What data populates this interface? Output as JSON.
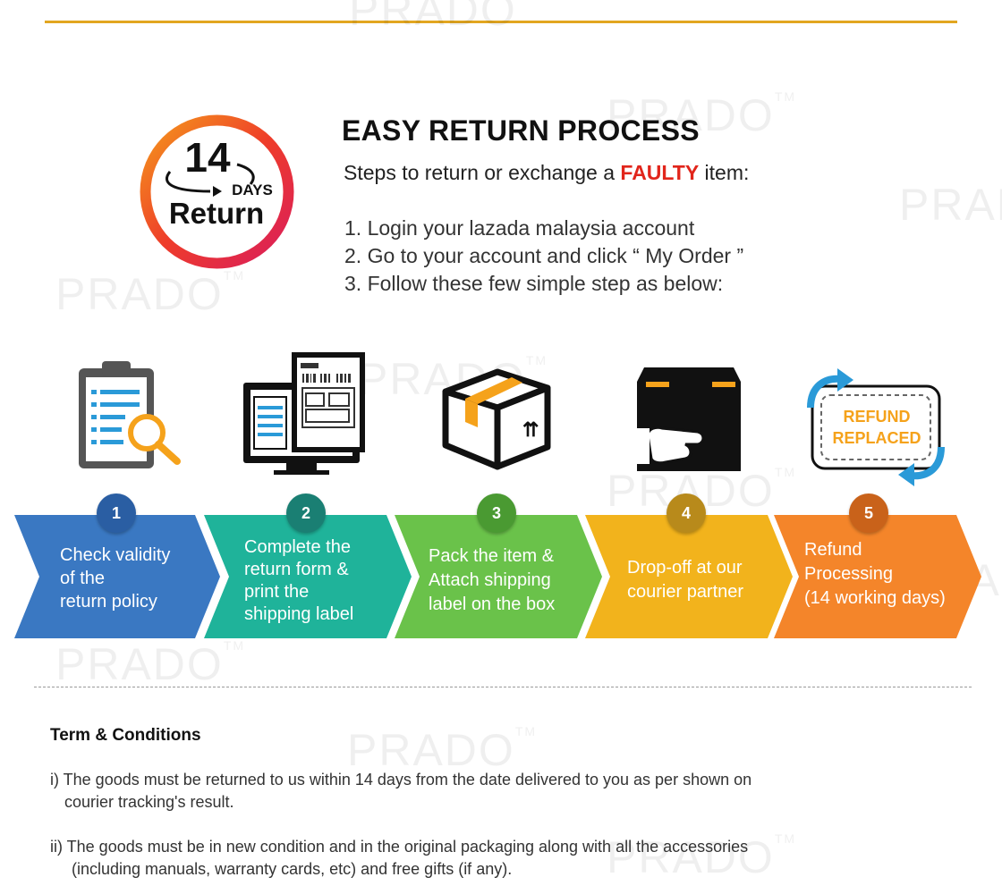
{
  "watermark": {
    "text": "PRADO",
    "tm": "TM"
  },
  "badge": {
    "number": "14",
    "days": "DAYS",
    "word": "Return"
  },
  "header": {
    "title": "EASY RETURN PROCESS",
    "subtitle_before": "Steps to return or exchange a ",
    "subtitle_highlight": "FAULTY",
    "subtitle_after": " item:"
  },
  "steps": [
    "1. Login your lazada malaysia account",
    "2. Go to your account and click “ My Order ”",
    "3. Follow these few simple step as below:"
  ],
  "process": [
    {
      "number": "1",
      "lines": [
        "Check validity",
        "of the",
        "return policy"
      ],
      "color": "#3a78c2",
      "circle": "#2a5ea3"
    },
    {
      "number": "2",
      "lines": [
        "Complete the",
        "return form &",
        "print the",
        "shipping label"
      ],
      "color": "#1fb39a",
      "circle": "#1a7f73"
    },
    {
      "number": "3",
      "lines": [
        "Pack the item &",
        "Attach shipping",
        "label on the box"
      ],
      "color": "#6ac24a",
      "circle": "#4a9a32"
    },
    {
      "number": "4",
      "lines": [
        "Drop-off at our",
        "courier partner"
      ],
      "color": "#f2b31c",
      "circle": "#b88a1b"
    },
    {
      "number": "5",
      "lines": [
        "Refund",
        "Processing",
        "(14 working days)"
      ],
      "color": "#f4852a",
      "circle": "#c9621a"
    }
  ],
  "refund_icon": {
    "line1": "REFUND",
    "line2": "REPLACED"
  },
  "colors": {
    "accent_gold": "#e2a620",
    "faulty_red": "#e1251b",
    "icon_orange": "#f5a21b",
    "icon_blue": "#2a9ad8"
  },
  "terms": {
    "heading": "Term & Conditions",
    "items": [
      {
        "line1": "i) The goods must be returned to us within 14 days from the date delivered to you as per shown on",
        "line2": "courier tracking's result."
      },
      {
        "line1": "ii) The goods must be in new condition and in the original packaging along with all the accessories",
        "line2": "(including manuals, warranty cards, etc) and free gifts (if any)."
      }
    ]
  }
}
